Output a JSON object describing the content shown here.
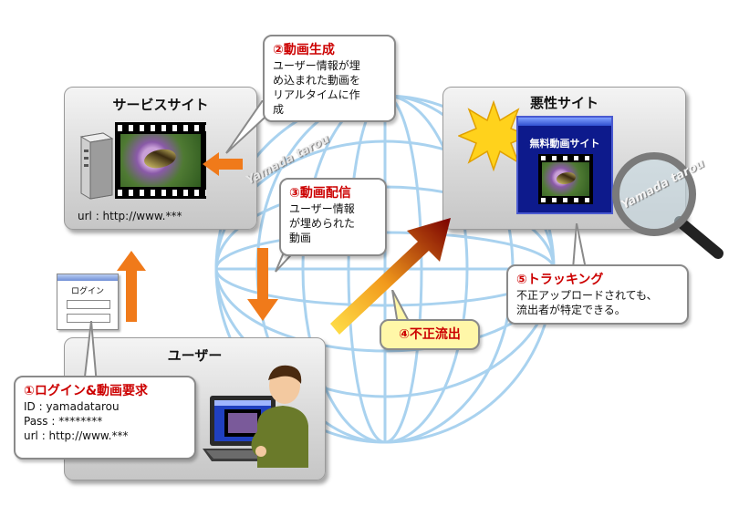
{
  "service_site": {
    "title": "サービスサイト",
    "url": "url : http://www.***"
  },
  "malicious_site": {
    "title": "悪性サイト",
    "browser_title": "無料動画サイト"
  },
  "user": {
    "title": "ユーザー"
  },
  "login_window": {
    "title": "ログイン"
  },
  "watermark_text": "Yamada tarou",
  "steps": {
    "s1": {
      "head": "①ログイン&動画要求",
      "lines": [
        "ID : yamadatarou",
        "Pass : ********",
        "url : http://www.***"
      ]
    },
    "s2": {
      "head": "②動画生成",
      "lines": [
        "ユーザー情報が埋",
        "め込まれた動画を",
        "リアルタイムに作",
        "成"
      ]
    },
    "s3": {
      "head": "③動画配信",
      "lines": [
        "ユーザー情報",
        "が埋められた",
        "動画"
      ]
    },
    "s4": {
      "head": "④不正流出"
    },
    "s5": {
      "head": "⑤トラッキング",
      "lines": [
        "不正アップロードされても、",
        "流出者が特定できる。"
      ]
    }
  },
  "colors": {
    "accent_red": "#cc0000",
    "arrow_orange": "#f07a1a",
    "globe_blue": "#a9d2ef",
    "step4_bg": "#fff7a8"
  },
  "icons": [
    "server-icon",
    "login-window-icon",
    "sun-burst-icon",
    "magnifier-icon",
    "laptop-icon",
    "person-icon",
    "globe-icon"
  ]
}
